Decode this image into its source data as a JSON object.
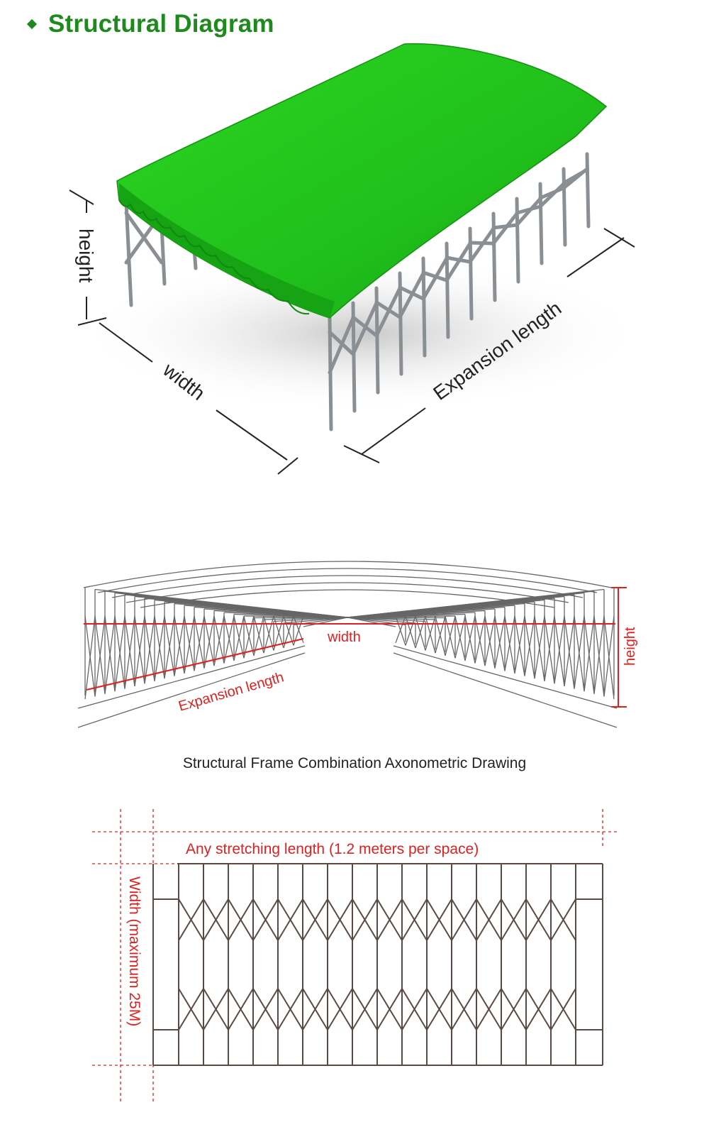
{
  "header": {
    "title": "Structural Diagram"
  },
  "figure1": {
    "labels": {
      "height": "height",
      "width": "width",
      "expansion": "Expansion length"
    }
  },
  "figure2": {
    "labels": {
      "width": "width",
      "height": "height",
      "expansion": "Expansion length"
    },
    "caption": "Structural Frame Combination Axonometric Drawing"
  },
  "figure3": {
    "labels": {
      "length": "Any stretching length (1.2 meters per space)",
      "width": "Width (maximum 25M)"
    }
  },
  "colors": {
    "title": "#1e8a1e",
    "canopy": "#22c41c",
    "annotation_red": "#e02020",
    "frame": "#5a4a44"
  }
}
